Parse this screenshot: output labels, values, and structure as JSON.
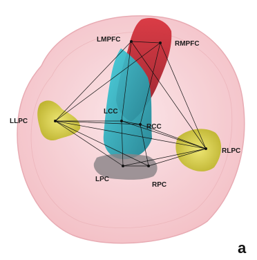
{
  "figure": {
    "panel_label": "a",
    "regions": [
      {
        "id": "LMPFC",
        "label": "LMPFC"
      },
      {
        "id": "RMPFC",
        "label": "RMPFC"
      },
      {
        "id": "LLPC",
        "label": "LLPC"
      },
      {
        "id": "RLPC",
        "label": "RLPC"
      },
      {
        "id": "LCC",
        "label": "LCC"
      },
      {
        "id": "RCC",
        "label": "RCC"
      },
      {
        "id": "LPC",
        "label": "LPC"
      },
      {
        "id": "RPC",
        "label": "RPC"
      }
    ],
    "colors": {
      "brain_outline": "#f4c2c8",
      "medial_prefrontal": "#c0202c",
      "cingulate": "#29b3c3",
      "lateral_parietal": "#d8d23a",
      "precuneus": "#8a8487"
    }
  }
}
